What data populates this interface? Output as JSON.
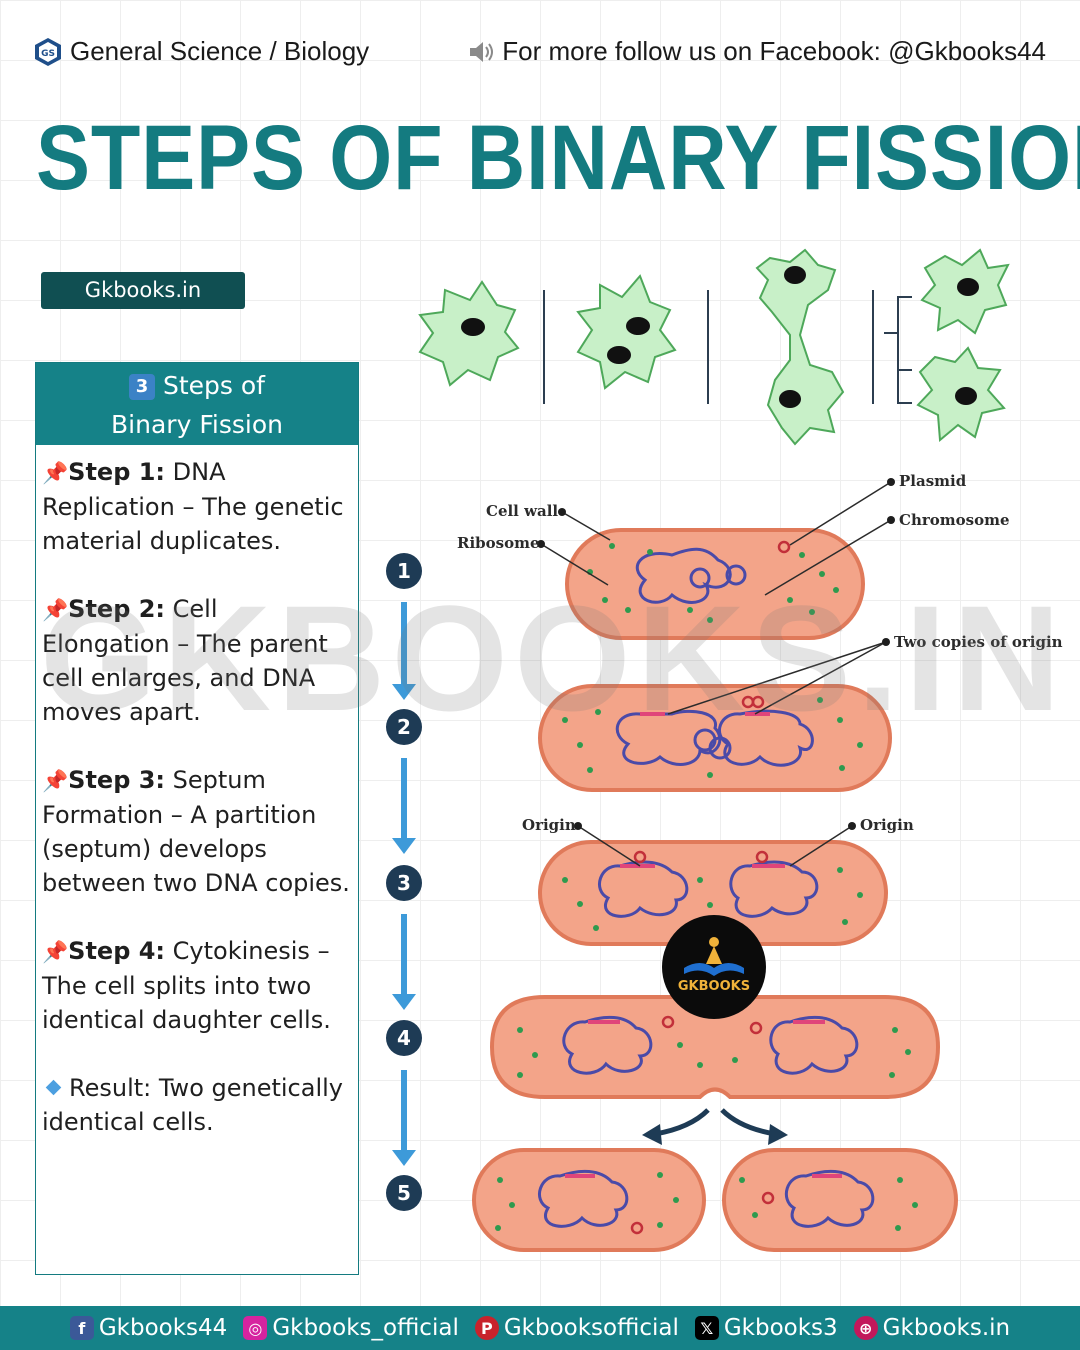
{
  "header": {
    "subject": "General Science / Biology",
    "follow_text": "For  more follow us on Facebook: @Gkbooks44"
  },
  "title": "STEPS OF BINARY FISSION",
  "brand_pill": "Gkbooks.in",
  "panel": {
    "heading_number": "3",
    "heading_line1": "Steps of",
    "heading_line2": "Binary Fission",
    "steps": [
      {
        "label": "Step 1:",
        "text": " DNA Replication – The genetic material duplicates."
      },
      {
        "label": "Step 2:",
        "text": " Cell Elongation – The parent cell enlarges, and DNA moves apart."
      },
      {
        "label": "Step 3:",
        "text": " Septum Formation – A partition (septum) develops between two DNA copies."
      },
      {
        "label": "Step 4:",
        "text": " Cytokinesis – The cell splits into two identical daughter cells."
      }
    ],
    "result": "Result: Two genetically identical cells."
  },
  "watermark": "GKBOOKS.IN",
  "diagram": {
    "labels": {
      "cell_wall": "Cell wall",
      "ribosome": "Ribosome",
      "plasmid": "Plasmid",
      "chromosome": "Chromosome",
      "two_copies": "Two copies of origin",
      "origin_left": "Origin",
      "origin_right": "Origin"
    },
    "step_numbers": [
      "1",
      "2",
      "3",
      "4",
      "5"
    ],
    "logo_text": "GKBOOKS"
  },
  "colors": {
    "teal": "#147b80",
    "cell_fill": "#f3a489",
    "cell_border": "#e07a5a",
    "dna": "#4a4aa8",
    "amoeba": "#c8f0c8",
    "arrow": "#3d9ad9"
  },
  "footer": {
    "facebook": "Gkbooks44",
    "instagram": "Gkbooks_official",
    "pinterest": "Gkbooksofficial",
    "x": "Gkbooks3",
    "web": "Gkbooks.in"
  }
}
